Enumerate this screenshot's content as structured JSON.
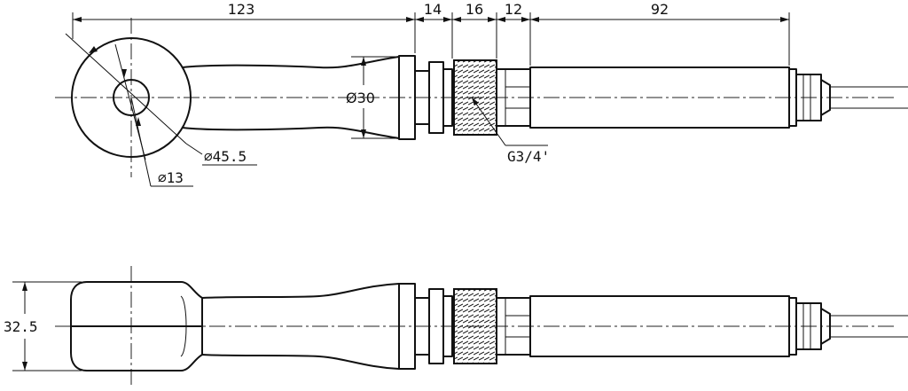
{
  "drawing": {
    "dimensions": {
      "handle_length": "123",
      "collar_width": "14",
      "thread_length": "16",
      "hex_length": "12",
      "body_length": "92",
      "outer_diameter": "⌀45.5",
      "hole_diameter": "⌀13",
      "neck_diameter": "Ø30",
      "thread_spec": "G3/4'",
      "eye_thickness": "32.5"
    }
  }
}
